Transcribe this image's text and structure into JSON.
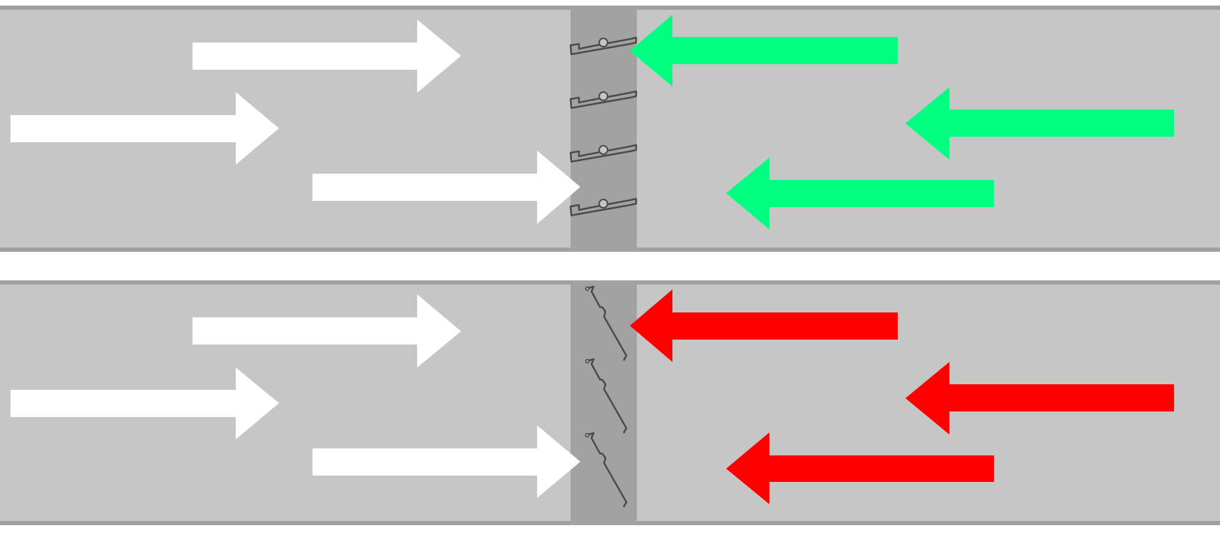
{
  "colors": {
    "background": "#ffffff",
    "panel_fill": "#c6c6c6",
    "panel_edge": "#a0a0a0",
    "membrane_band": "#a2a2a2",
    "incoming_arrow": "#ffffff",
    "passed_arrow": "#00ff80",
    "blocked_arrow": "#ff0000",
    "seal_line": "#4a4a4a"
  },
  "panels": [
    {
      "name": "top-panel",
      "state": "closed-seals",
      "seal_icon": "closed-zigzag-seal-icon",
      "seal_count": 4,
      "outcome": "passed"
    },
    {
      "name": "bottom-panel",
      "state": "open-flaps",
      "seal_icon": "open-flap-icon",
      "seal_count": 3,
      "outcome": "blocked"
    }
  ],
  "arrows_per_side": 3
}
